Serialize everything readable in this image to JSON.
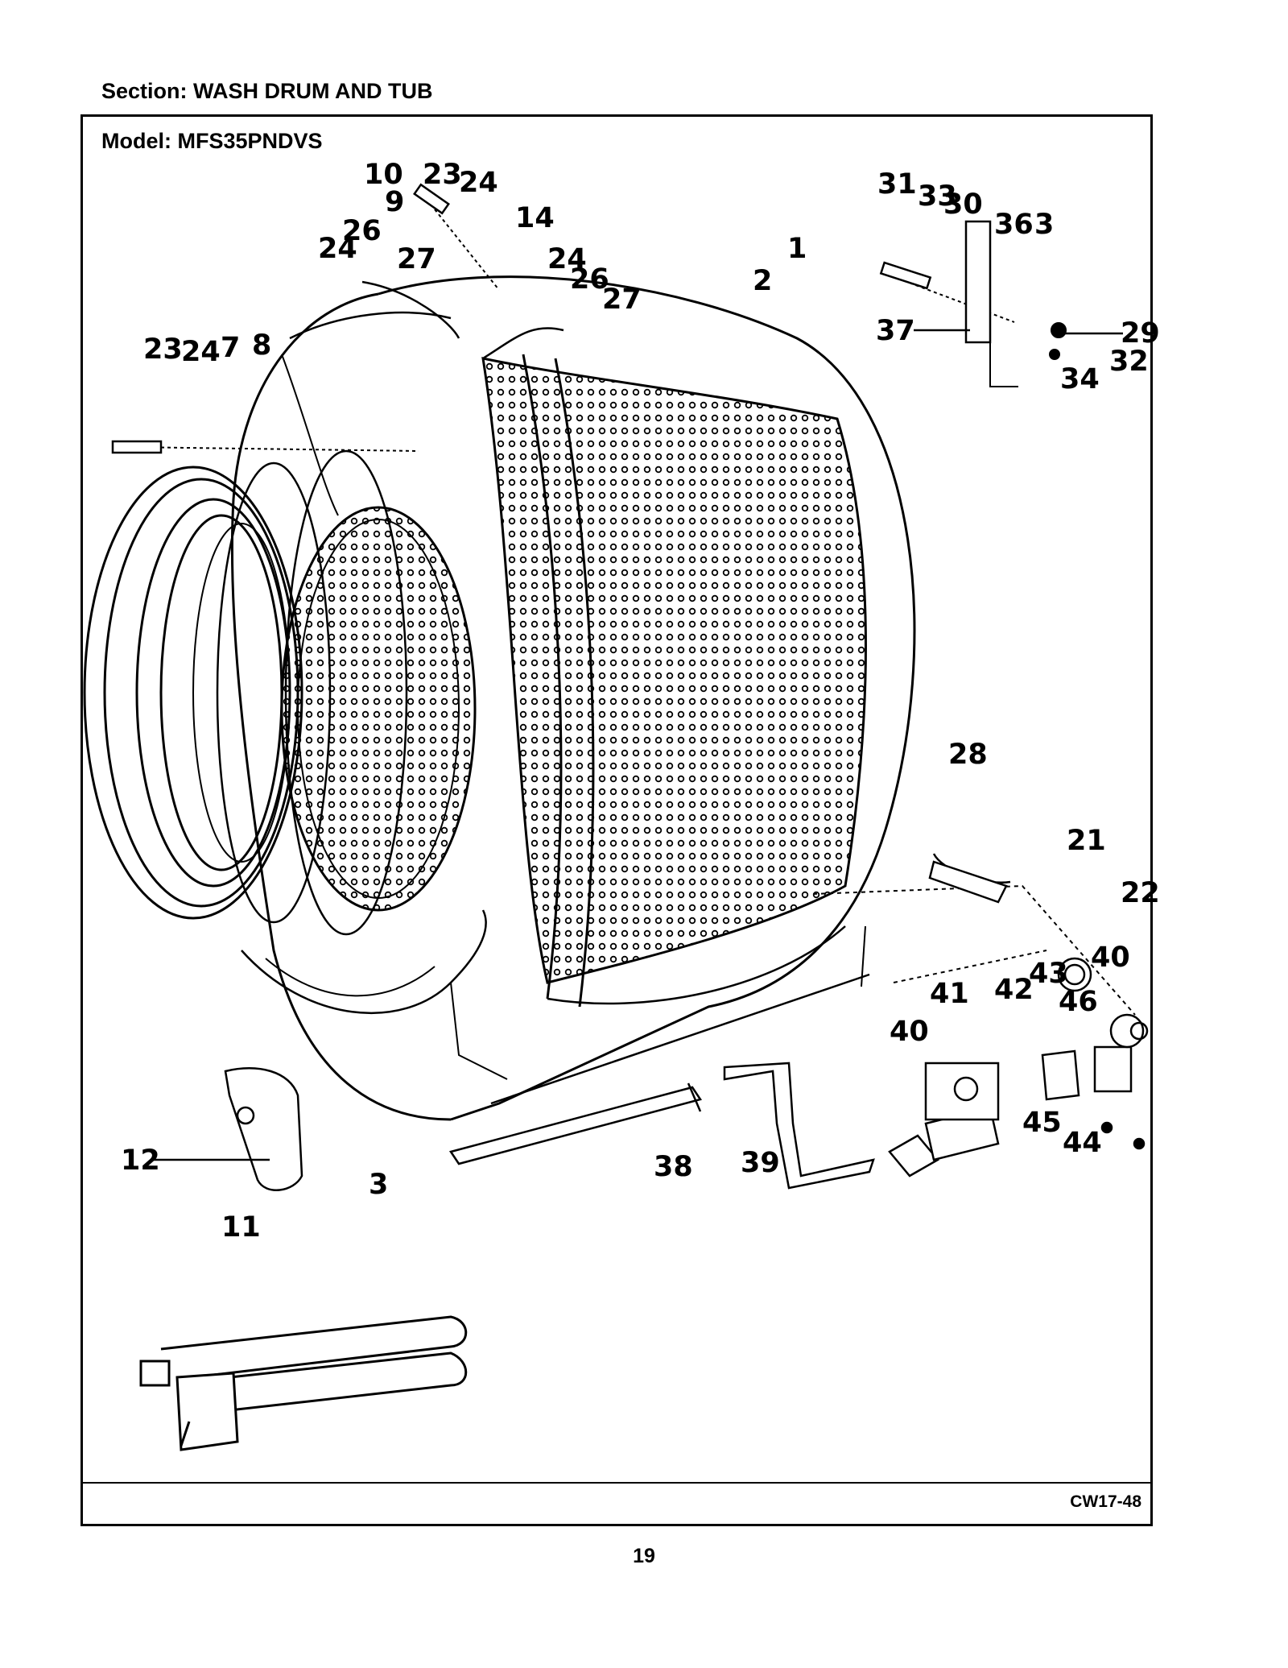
{
  "section_title": "Section:  WASH DRUM AND TUB",
  "model_title": "Model:  MFS35PNDVS",
  "figure_code": "CW17-48",
  "page_number": "19",
  "callouts": [
    "10",
    "23",
    "24",
    "9",
    "26",
    "24",
    "27",
    "14",
    "24",
    "26",
    "27",
    "2",
    "1",
    "23",
    "24",
    "7",
    "8",
    "31",
    "33",
    "30",
    "36",
    "3",
    "37",
    "29",
    "32",
    "34",
    "28",
    "21",
    "22",
    "40",
    "43",
    "42",
    "46",
    "41",
    "40",
    "45",
    "44",
    "12",
    "3",
    "38",
    "39",
    "11"
  ]
}
